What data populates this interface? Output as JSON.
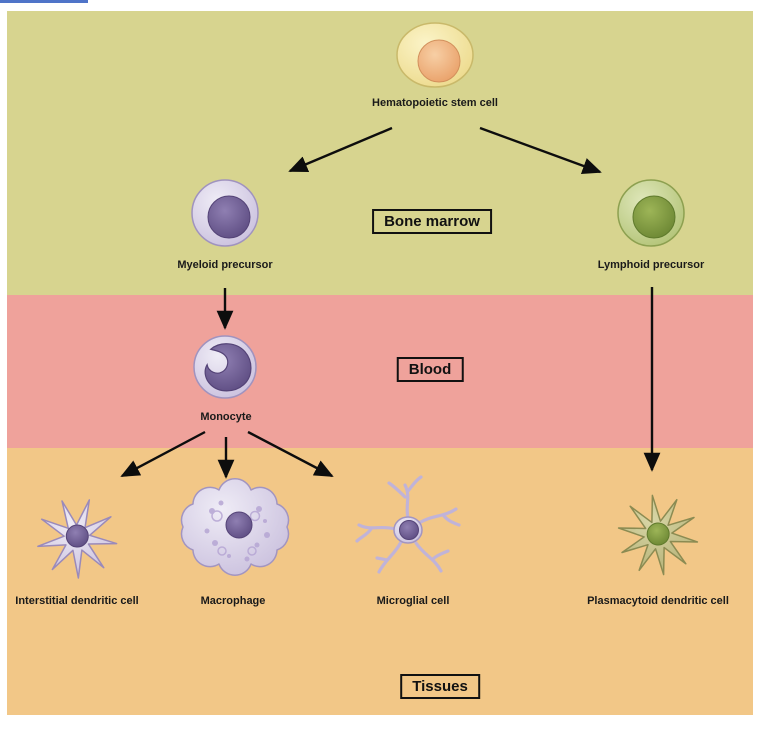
{
  "figure": {
    "bands": [
      {
        "name": "bone-marrow",
        "label": "Bone marrow",
        "color": "#d7d48f"
      },
      {
        "name": "blood",
        "label": "Blood",
        "color": "#efa29b"
      },
      {
        "name": "tissues",
        "label": "Tissues",
        "color": "#f2c787"
      }
    ],
    "cells": {
      "hsc": "Hematopoietic stem cell",
      "myeloid": "Myeloid precursor",
      "lymphoid": "Lymphoid precursor",
      "monocyte": "Monocyte",
      "interstitial": "Interstitial dendritic cell",
      "macrophage": "Macrophage",
      "microglial": "Microglial cell",
      "plasmacytoid": "Plasmacytoid dendritic cell"
    },
    "accent_colors": {
      "arrow": "#0d0d0d",
      "stem_cell_body": "#f2e59a",
      "stem_cell_nucleus": "#eda778",
      "myeloid_body": "#d8d1e8",
      "myeloid_nucleus": "#675788",
      "lymphoid_body": "#c6d494",
      "lymphoid_nucleus": "#7b943e",
      "top_line": "#4f74c8"
    }
  }
}
